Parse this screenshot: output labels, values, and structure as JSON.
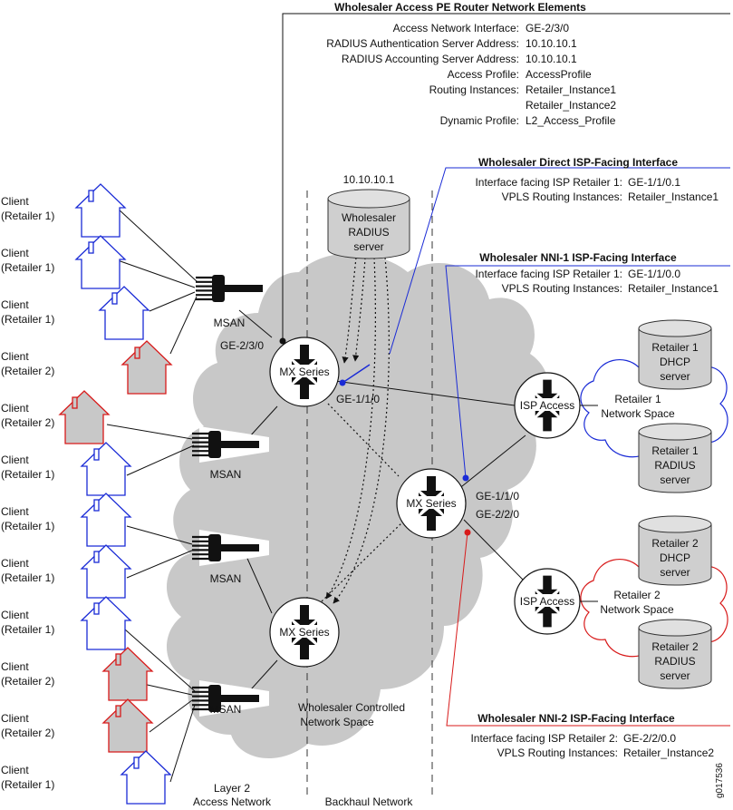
{
  "colors": {
    "cloud": "#c8c8c8",
    "client_retailer1": "#1a2bd6",
    "client_retailer2": "#d81a1a",
    "retailer2_cloud": "#d81a1a",
    "retailer1_cloud": "#1a2bd6",
    "nni1_line": "#1a2bd6",
    "nni2_line": "#d81a1a",
    "cylinder_fill": "#cfcfcf",
    "router_fill": "#ffffff"
  },
  "pe_elements": {
    "title": "Wholesaler Access PE Router Network Elements",
    "rows": [
      {
        "label": "Access Network Interface:",
        "value": "GE-2/3/0"
      },
      {
        "label": "RADIUS Authentication Server Address:",
        "value": "10.10.10.1"
      },
      {
        "label": "RADIUS Accounting Server Address:",
        "value": "10.10.10.1"
      },
      {
        "label": "Access Profile:",
        "value": "AccessProfile"
      },
      {
        "label": "Routing Instances:",
        "value": "Retailer_Instance1"
      },
      {
        "label": "",
        "value": "Retailer_Instance2"
      },
      {
        "label": "Dynamic Profile:",
        "value": "L2_Access_Profile"
      }
    ]
  },
  "direct_isp": {
    "title": "Wholesaler Direct ISP-Facing Interface",
    "rows": [
      {
        "label": "Interface facing ISP Retailer 1:",
        "value": "GE-1/1/0.1"
      },
      {
        "label": "VPLS Routing Instances:",
        "value": "Retailer_Instance1"
      }
    ]
  },
  "nni1": {
    "title": "Wholesaler NNI-1 ISP-Facing Interface",
    "rows": [
      {
        "label": "Interface facing ISP Retailer 1:",
        "value": "GE-1/1/0.0"
      },
      {
        "label": "VPLS Routing Instances:",
        "value": "Retailer_Instance1"
      }
    ]
  },
  "nni2": {
    "title": "Wholesaler NNI-2 ISP-Facing Interface",
    "rows": [
      {
        "label": "Interface facing ISP Retailer 2:",
        "value": "GE-2/2/0.0"
      },
      {
        "label": "VPLS Routing Instances:",
        "value": "Retailer_Instance2"
      }
    ]
  },
  "radius": {
    "address": "10.10.10.1",
    "line1": "Wholesaler",
    "line2": "RADIUS",
    "line3": "server"
  },
  "clients": [
    {
      "line1": "Client",
      "line2": "(Retailer 1)",
      "retailer": 1
    },
    {
      "line1": "Client",
      "line2": "(Retailer 1)",
      "retailer": 1
    },
    {
      "line1": "Client",
      "line2": "(Retailer 1)",
      "retailer": 1
    },
    {
      "line1": "Client",
      "line2": "(Retailer 2)",
      "retailer": 2
    },
    {
      "line1": "Client",
      "line2": "(Retailer 2)",
      "retailer": 2
    },
    {
      "line1": "Client",
      "line2": "(Retailer 1)",
      "retailer": 1
    },
    {
      "line1": "Client",
      "line2": "(Retailer 1)",
      "retailer": 1
    },
    {
      "line1": "Client",
      "line2": "(Retailer 1)",
      "retailer": 1
    },
    {
      "line1": "Client",
      "line2": "(Retailer 1)",
      "retailer": 1
    },
    {
      "line1": "Client",
      "line2": "(Retailer 2)",
      "retailer": 2
    },
    {
      "line1": "Client",
      "line2": "(Retailer 2)",
      "retailer": 2
    },
    {
      "line1": "Client",
      "line2": "(Retailer 1)",
      "retailer": 1
    }
  ],
  "msan_label": "MSAN",
  "routers": {
    "mx_label": "MX Series",
    "isp_label": "ISP Access"
  },
  "interfaces": {
    "ge230": "GE-2/3/0",
    "ge110": "GE-1/1/0",
    "ge110_core": "GE-1/1/0",
    "ge220_core": "GE-2/2/0"
  },
  "retailer1": {
    "space_line1": "Retailer 1",
    "space_line2": "Network Space",
    "dhcp": [
      "Retailer 1",
      "DHCP",
      "server"
    ],
    "radius": [
      "Retailer 1",
      "RADIUS",
      "server"
    ]
  },
  "retailer2": {
    "space_line1": "Retailer 2",
    "space_line2": "Network Space",
    "dhcp": [
      "Retailer 2",
      "DHCP",
      "server"
    ],
    "radius": [
      "Retailer 2",
      "RADIUS",
      "server"
    ]
  },
  "cloud_label": {
    "line1": "Wholesaler Controlled",
    "line2": "Network Space"
  },
  "zones": {
    "layer2_line1": "Layer 2",
    "layer2_line2": "Access Network",
    "backhaul": "Backhaul Network"
  },
  "figure_id": "g017536"
}
